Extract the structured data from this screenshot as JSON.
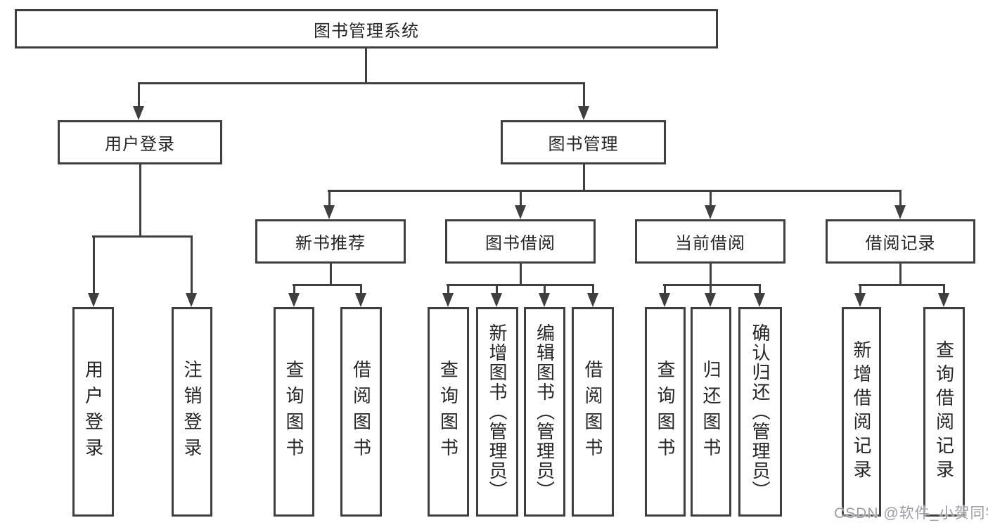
{
  "diagram": {
    "type": "tree",
    "title": "图书管理系统",
    "watermark": "CSDN @软件_小贺同学",
    "colors": {
      "line": "#3f3f3f",
      "text": "#262626",
      "background": "#ffffff",
      "watermark": "#9d9da5"
    },
    "tree": {
      "label": "图书管理系统",
      "children": [
        {
          "label": "用户登录",
          "children": [
            {
              "label": "用户登录"
            },
            {
              "label": "注销登录"
            }
          ]
        },
        {
          "label": "图书管理",
          "children": [
            {
              "label": "新书推荐",
              "children": [
                {
                  "label": "查询图书"
                },
                {
                  "label": "借阅图书"
                }
              ]
            },
            {
              "label": "图书借阅",
              "children": [
                {
                  "label": "查询图书"
                },
                {
                  "label": "新增图书（管理员）"
                },
                {
                  "label": "编辑图书（管理员）"
                },
                {
                  "label": "借阅图书"
                }
              ]
            },
            {
              "label": "当前借阅",
              "children": [
                {
                  "label": "查询图书"
                },
                {
                  "label": "归还图书"
                },
                {
                  "label": "确认归还（管理员）"
                }
              ]
            },
            {
              "label": "借阅记录",
              "children": [
                {
                  "label": "新增借阅记录"
                },
                {
                  "label": "查询借阅记录"
                }
              ]
            }
          ]
        }
      ]
    }
  }
}
